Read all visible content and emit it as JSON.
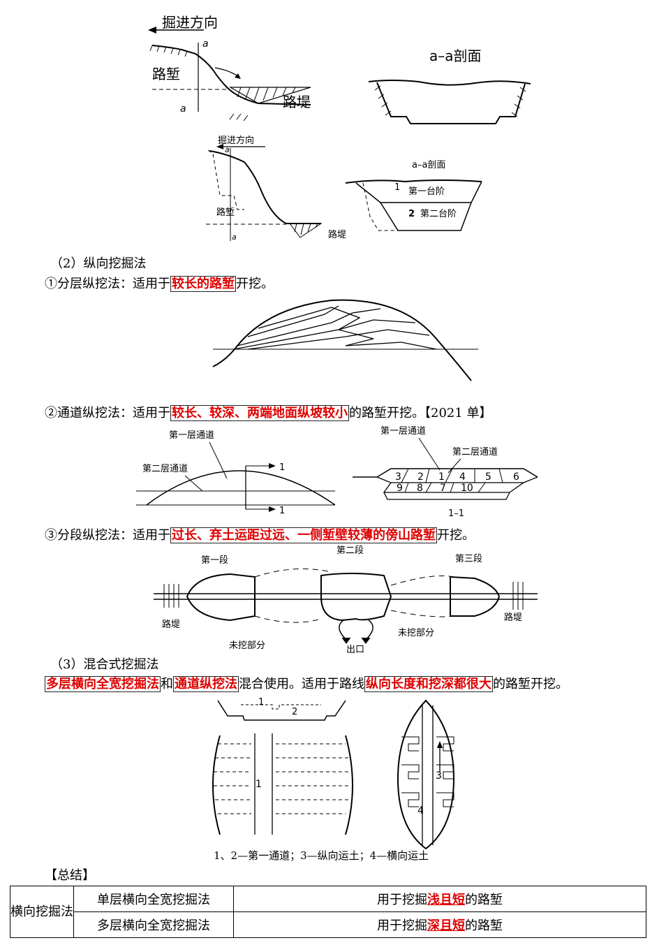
{
  "fig1": {
    "dig_direction": "掘进方向",
    "a": "a",
    "cut": "路堑",
    "fill": "路堤",
    "section": "a–a剖面"
  },
  "fig2": {
    "dig_direction": "掘进方向",
    "a": "a",
    "cut": "路堑",
    "fill": "路堤",
    "section": "a–a剖面",
    "step1": "第一台阶",
    "step2": "第二台阶",
    "n1": "1",
    "n2": "2"
  },
  "section2": {
    "heading": "（2）纵向挖掘法",
    "m1_prefix": "①分层纵挖法：适用于",
    "m1_hl": "较长的路堑",
    "m1_suffix": "开挖。",
    "m2_prefix": "②通道纵挖法：适用于",
    "m2_hl": "较长、较深、两端地面纵坡较小",
    "m2_suffix": "的路堑开挖。【2021 单】",
    "m3_prefix": "③分段纵挖法：适用于",
    "m3_hl": "过长、弃土运距过远、一侧堑壁较薄的傍山路堑",
    "m3_suffix": "开挖。"
  },
  "fig4": {
    "layer1": "第一层通道",
    "layer2": "第二层通道",
    "mark1a": "1",
    "mark1b": "1",
    "layer1_r": "第一层通道",
    "layer2_r": "第二层通道",
    "cells": [
      "3",
      "2",
      "1",
      "4",
      "5",
      "6",
      "9",
      "8",
      "7",
      "10"
    ],
    "section": "1–1"
  },
  "fig5": {
    "seg1": "第一段",
    "seg2": "第二段",
    "seg3": "第三段",
    "fill_l": "路堤",
    "fill_r": "路堤",
    "unexcavated_l": "未挖部分",
    "unexcavated_r": "未挖部分",
    "exit": "出口"
  },
  "section3": {
    "heading": "（3）混合式挖掘法",
    "hl1": "多层横向全宽挖掘法",
    "mid": "和",
    "hl2": "通道纵挖法",
    "text": "混合使用。适用于路线",
    "hl3": "纵向长度和挖深都很大",
    "suffix": "的路堑开挖。"
  },
  "fig6": {
    "n1": "1",
    "n2": "2",
    "n1b": "1",
    "n3": "3",
    "n4": "4",
    "caption": "1、2—第一通道；3—纵向运土；4—横向运土"
  },
  "summary": {
    "heading": "【总结】",
    "group": "横向挖掘法",
    "row1_method": "单层横向全宽挖掘法",
    "row1_pre": "用于挖掘",
    "row1_hl": "浅且短",
    "row1_post": "的路堑",
    "row2_method": "多层横向全宽挖掘法",
    "row2_pre": "用于挖掘",
    "row2_hl": "深且短",
    "row2_post": "的路堑"
  }
}
